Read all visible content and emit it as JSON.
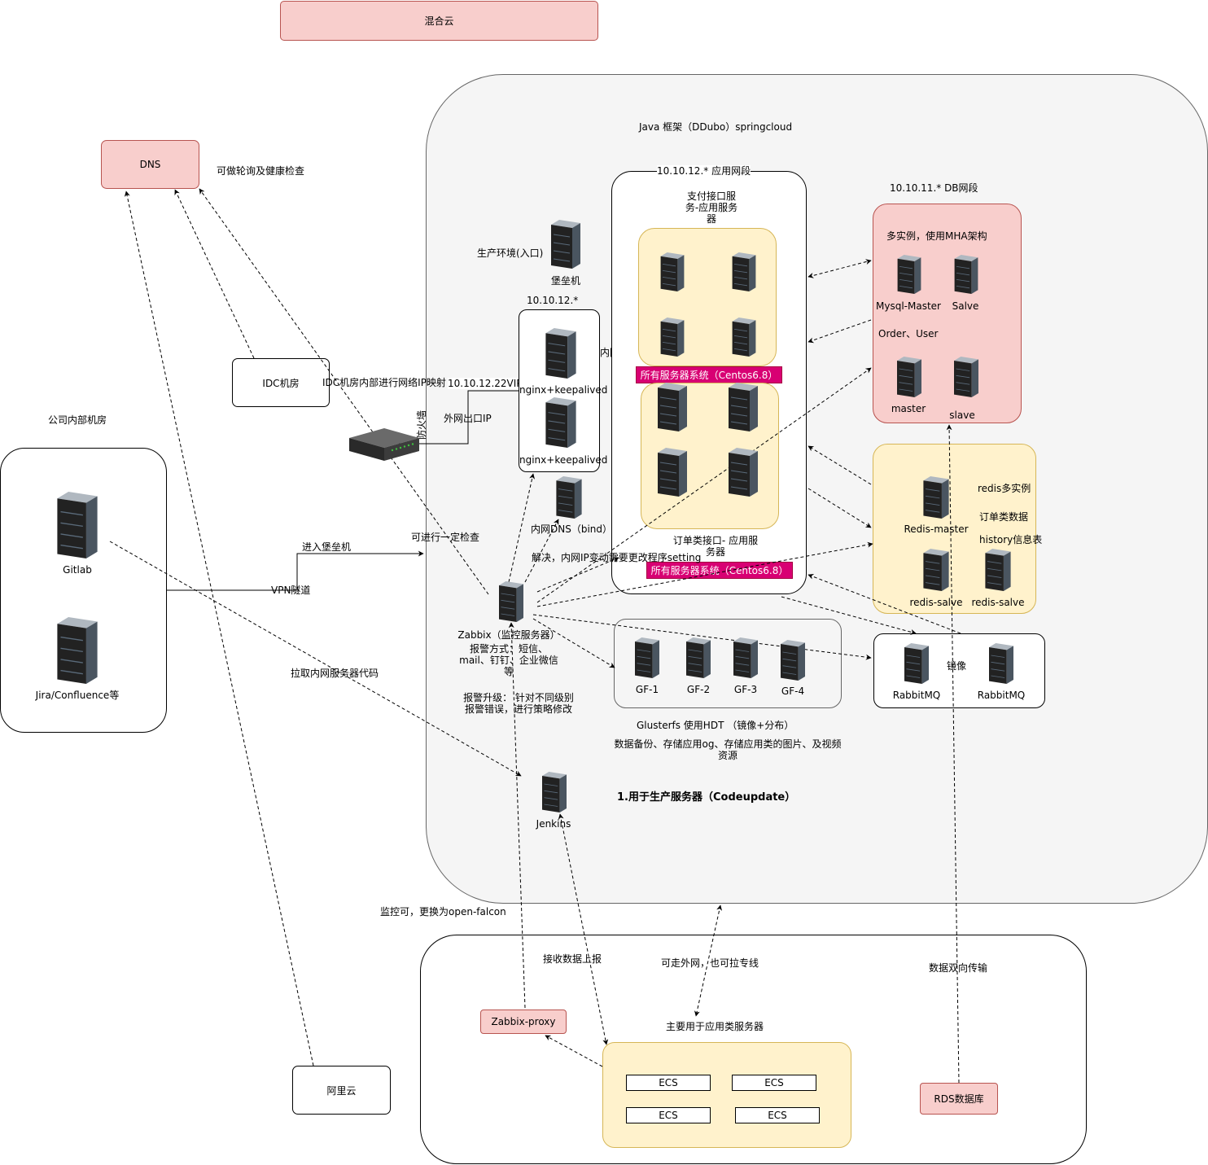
{
  "labels": {
    "hybrid_cloud": "混合云",
    "dns": "DNS",
    "dns_note": "可做轮询及健康检查",
    "idc": "IDC机房",
    "idc_mapping": "IDC机房内部进行网络IP映射",
    "company_room": "公司内部机房",
    "gitlab": "Gitlab",
    "jira": "Jira/Confluence等",
    "vpn": "VPN隧道",
    "enter_bastion": "进入堡垒机",
    "pull_code": "拉取内网服务器代码",
    "aliyun": "阿里云",
    "firewall": "防火墙",
    "outer_ip": "外网出口IP",
    "vip": "10.10.12.22VIP",
    "check": "可进行一定检查",
    "java_framework": "Java 框架（DDubo）springcloud",
    "prod_entry": "生产环境(入口)",
    "bastion": "堡垒机",
    "subnet_12": "10.10.12.*",
    "nginx1": "nginx+keepalived",
    "nginx2": "nginx+keepalived",
    "inner_net": "内网",
    "inner_dns": "内网DNS（bind）",
    "app_subnet": "10.10.12.*  应用网段",
    "pay_service": "支付接口服务-应用服务器",
    "all_servers_1": "所有服务器系统（Centos6.8）",
    "order_service": "订单类接口- 应用服务器",
    "all_servers_2": "所有服务器系统（Centos6.8）",
    "solve_note": "解决，内网IP变动需要更改程序setting",
    "db_subnet": "10.10.11.*  DB网段",
    "mha": "多实例，使用MHA架构",
    "mysql_master": "Mysql-Master",
    "salve": "Salve",
    "order_user": "Order、User",
    "master": "master",
    "slave": "slave",
    "redis_master": "Redis-master",
    "redis_multi": "redis多实例",
    "order_data": "订单类数据",
    "history": "history信息表",
    "redis_salve1": "redis-salve",
    "redis_salve2": "redis-salve",
    "rabbit1": "RabbitMQ",
    "rabbit2": "RabbitMQ",
    "mirror": "镜像",
    "gf1": "GF-1",
    "gf2": "GF-2",
    "gf3": "GF-3",
    "gf4": "GF-4",
    "glusterfs": "Glusterfs    使用HDT    （镜像+分布）",
    "backup": "数据备份、存储应用og、存储应用类的图片、及视频资源",
    "zabbix": "Zabbix（监控服务器）",
    "alarm_way": "报警方式：短信、mail、钉钉、企业微信等",
    "alarm_up": "报警升级：  针对不同级别报警错误，进行策略修改",
    "jenkins": "Jenkins",
    "codeupdate": "1.用于生产服务器（Codeupdate）",
    "openfalcon": "监控可，更换为open-falcon",
    "receive": "接收数据上报",
    "extranet": "可走外网，也可拉专线",
    "bidirectional": "数据双向传输",
    "app_servers": "主要用于应用类服务器",
    "zabbix_proxy": "Zabbix-proxy",
    "ecs1": "ECS",
    "ecs2": "ECS",
    "ecs3": "ECS",
    "ecs4": "ECS",
    "rds": "RDS数据库"
  },
  "colors": {
    "pink_fill": "#f8cecc",
    "pink_stroke": "#b85450",
    "yellow_fill": "#fff2cc",
    "yellow_stroke": "#d6b656",
    "gray_fill": "#f5f5f5",
    "magenta": "#d80073"
  },
  "icons": [
    "server-rack-icon",
    "firewall-router-icon"
  ]
}
